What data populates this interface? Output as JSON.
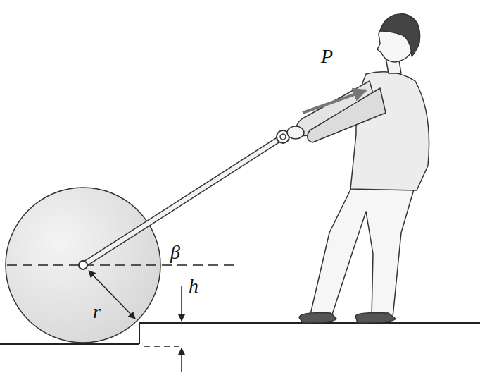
{
  "diagram": {
    "labels": [
      "P",
      "β",
      "r",
      "h"
    ]
  }
}
